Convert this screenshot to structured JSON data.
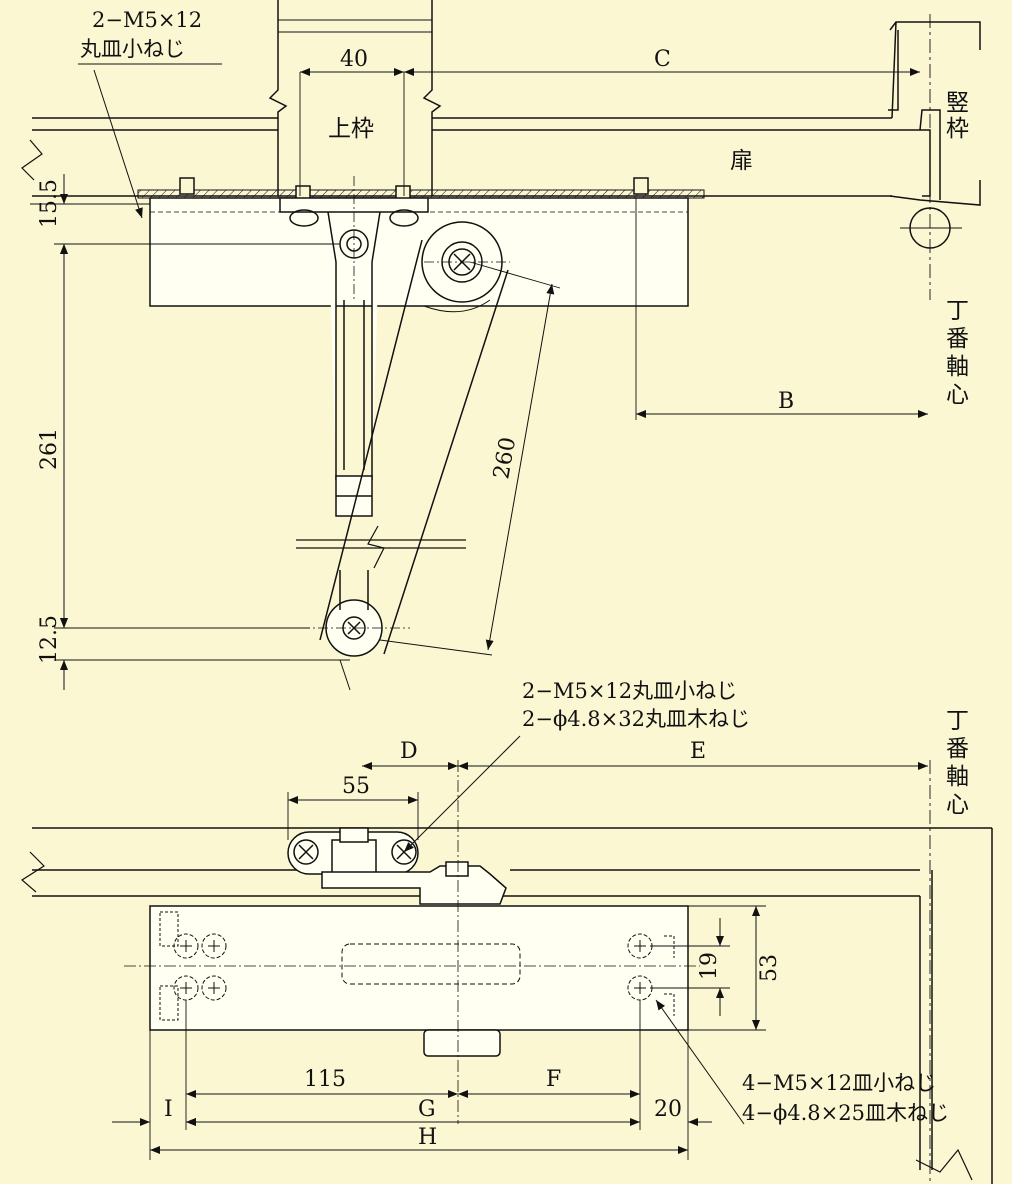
{
  "colors": {
    "background": "#FCF7D3",
    "line": "#111111",
    "body_fill": "#FFFFF2"
  },
  "top_view": {
    "screw_note": [
      "2−M5×12",
      "丸皿小ねじ"
    ],
    "labels": {
      "upper_frame": "上枠",
      "door": "扉",
      "vertical_frame": [
        "竪",
        "枠"
      ],
      "hinge_axis": [
        "丁",
        "番",
        "軸",
        "心"
      ]
    },
    "dimensions": {
      "width_40": "40",
      "c": "C",
      "b": "B",
      "offset_15_5": "15.5",
      "height_261": "261",
      "offset_12_5": "12.5",
      "arm_260": "260"
    }
  },
  "bottom_view": {
    "screw_note": [
      "2−M5×12丸皿小ねじ",
      "2−ϕ4.8×32丸皿木ねじ"
    ],
    "labels": {
      "hinge_axis": [
        "丁",
        "番",
        "軸",
        "心"
      ]
    },
    "dimensions": {
      "d": "D",
      "e": "E",
      "width_55": "55",
      "height_19": "19",
      "height_53": "53",
      "length_115": "115",
      "f": "F",
      "i": "I",
      "g": "G",
      "offset_20": "20",
      "h": "H"
    },
    "body_screw_note": [
      "4−M5×12皿小ねじ",
      "4−ϕ4.8×25皿木ねじ"
    ]
  }
}
